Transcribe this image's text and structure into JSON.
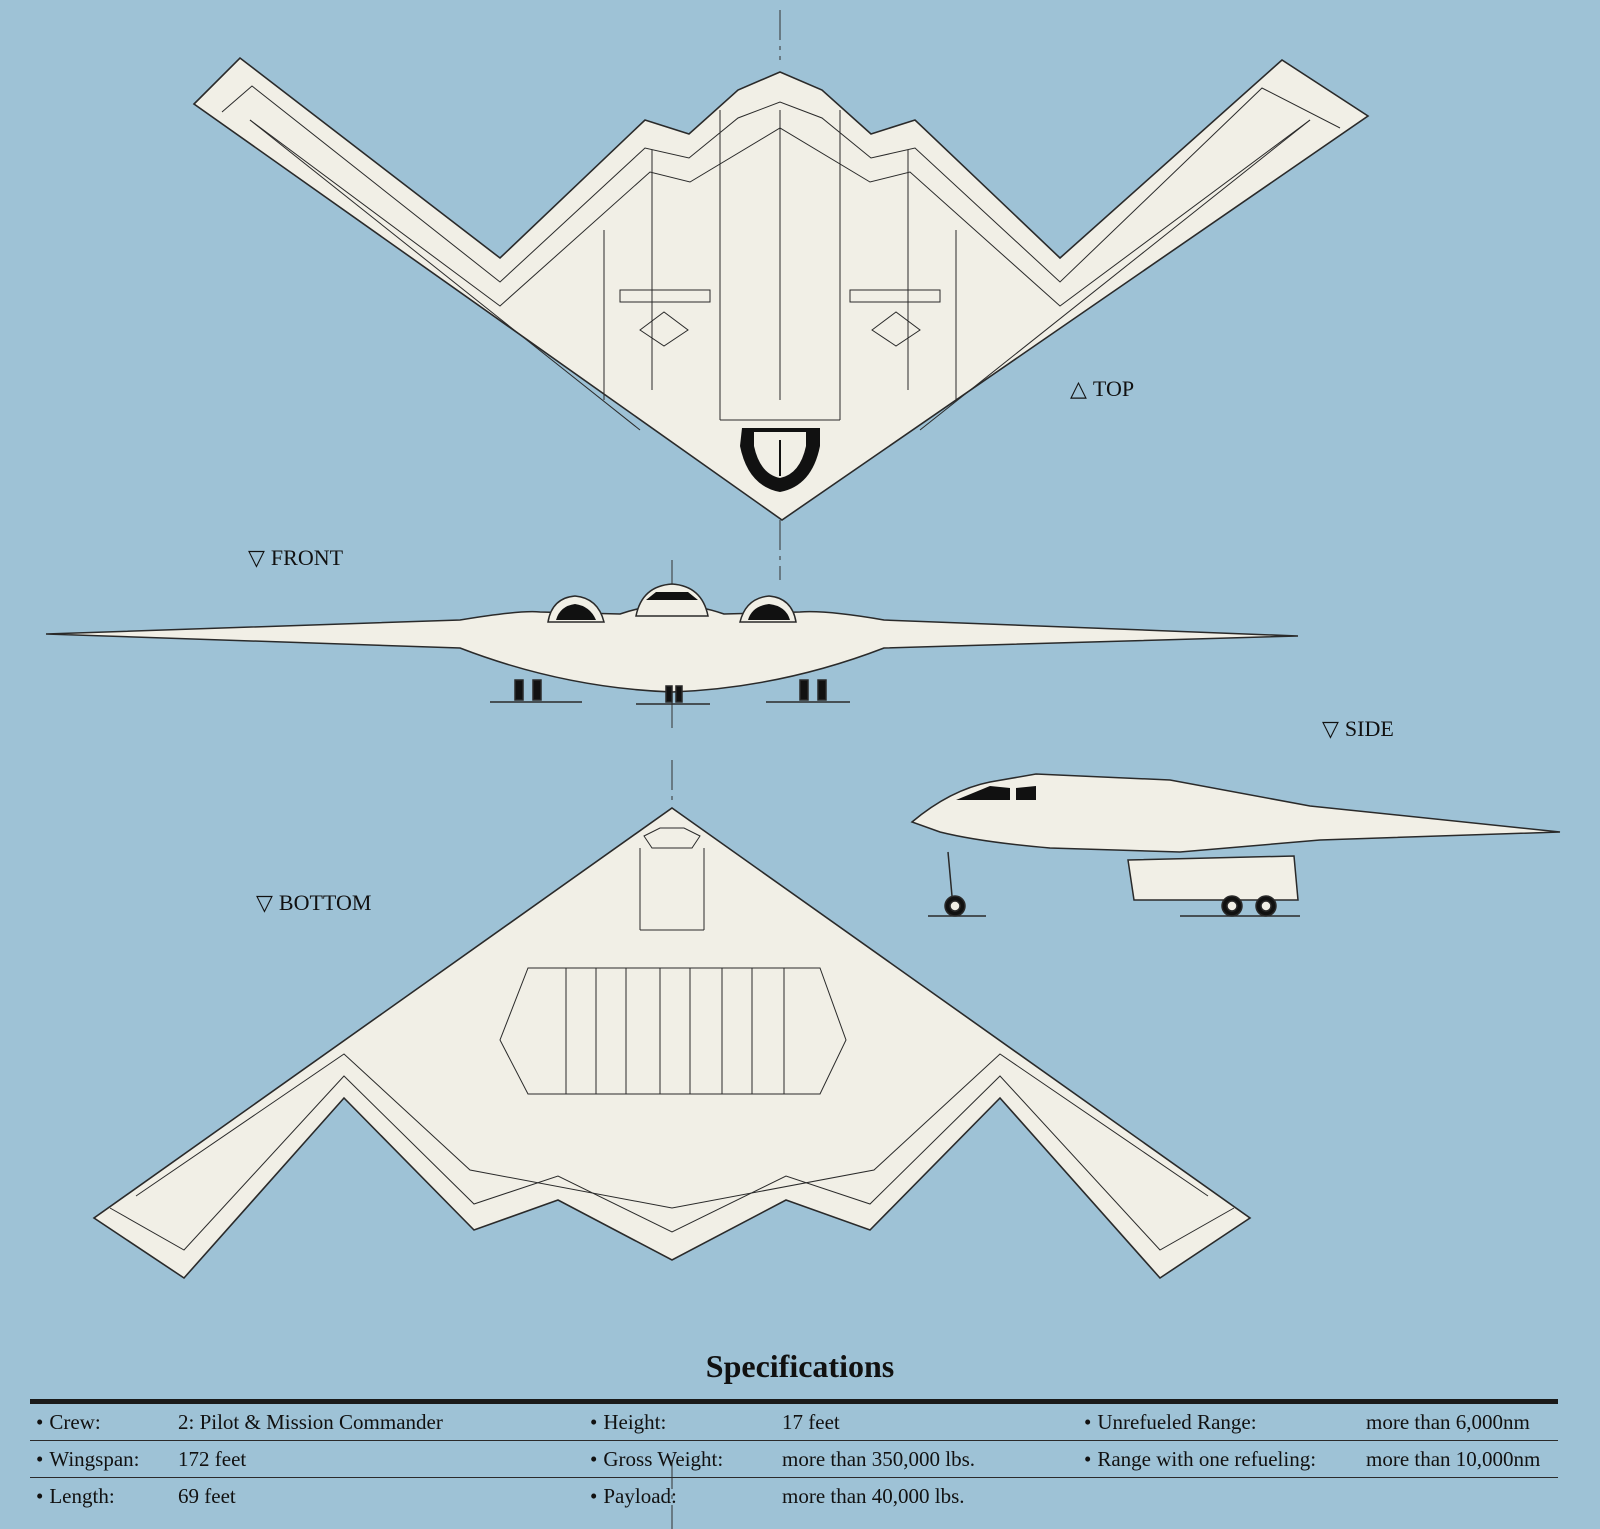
{
  "views": {
    "top": {
      "glyph": "△",
      "label": "TOP"
    },
    "front": {
      "glyph": "▽",
      "label": "FRONT"
    },
    "side": {
      "glyph": "▽",
      "label": "SIDE"
    },
    "bottom": {
      "glyph": "▽",
      "label": "BOTTOM"
    }
  },
  "specs": {
    "title": "Specifications",
    "rows": [
      [
        {
          "label": "Crew:",
          "value": "2:  Pilot & Mission Commander"
        },
        {
          "label": "Height:",
          "value": "17 feet"
        },
        {
          "label": "Unrefueled Range:",
          "value": "more than 6,000nm"
        }
      ],
      [
        {
          "label": "Wingspan:",
          "value": "172 feet"
        },
        {
          "label": "Gross Weight:",
          "value": "more than 350,000 lbs."
        },
        {
          "label": "Range with one refueling:",
          "value": "more than 10,000nm"
        }
      ],
      [
        {
          "label": "Length:",
          "value": "69 feet"
        },
        {
          "label": "Payload:",
          "value": "more than 40,000 lbs."
        },
        {
          "label": "",
          "value": ""
        }
      ]
    ]
  },
  "colors": {
    "background": "#9ec2d6",
    "aircraft_fill": "#f1efe6",
    "line": "#2a2a2a",
    "cockpit": "#111111"
  }
}
